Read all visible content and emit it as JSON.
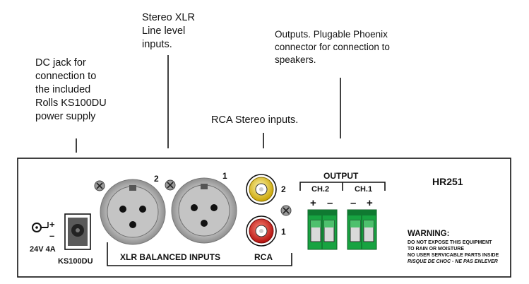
{
  "callouts": {
    "dc_jack": [
      "DC jack for",
      "connection to",
      "the included",
      "Rolls KS100DU",
      "power supply"
    ],
    "xlr": [
      "Stereo XLR",
      "Line level",
      "inputs."
    ],
    "outputs": [
      "Outputs. Plugable Phoenix",
      "connector for connection to",
      "speakers."
    ],
    "rca": "RCA Stereo inputs."
  },
  "panel": {
    "model": "HR251",
    "dc_plus": "+",
    "dc_minus": "–",
    "dc_rating": "24V 4A",
    "ps_label": "KS100DU",
    "xlr_label": "XLR BALANCED INPUTS",
    "xlr_num_left": "2",
    "xlr_num_right": "1",
    "rca_label": "RCA",
    "rca_num_top": "2",
    "rca_num_bottom": "1",
    "output_label": "OUTPUT",
    "ch2_label": "CH.2",
    "ch1_label": "CH.1",
    "ch2_plus": "+",
    "ch2_minus": "–",
    "ch1_minus": "–",
    "ch1_plus": "+",
    "warning_title": "WARNING:",
    "warning_lines": [
      "DO NOT EXPOSE THIS EQUIPMENT",
      "TO RAIN OR MOISTURE",
      "NO USER SERVICABLE PARTS INSIDE"
    ],
    "warning_french": "RISQUE DE CHOC - NE PAS ENLEVER"
  },
  "colors": {
    "rca_top": "#f2d000",
    "rca_bottom": "#e8201c",
    "terminal_green": "#17a341",
    "xlr_body": "#b8b8b8"
  }
}
